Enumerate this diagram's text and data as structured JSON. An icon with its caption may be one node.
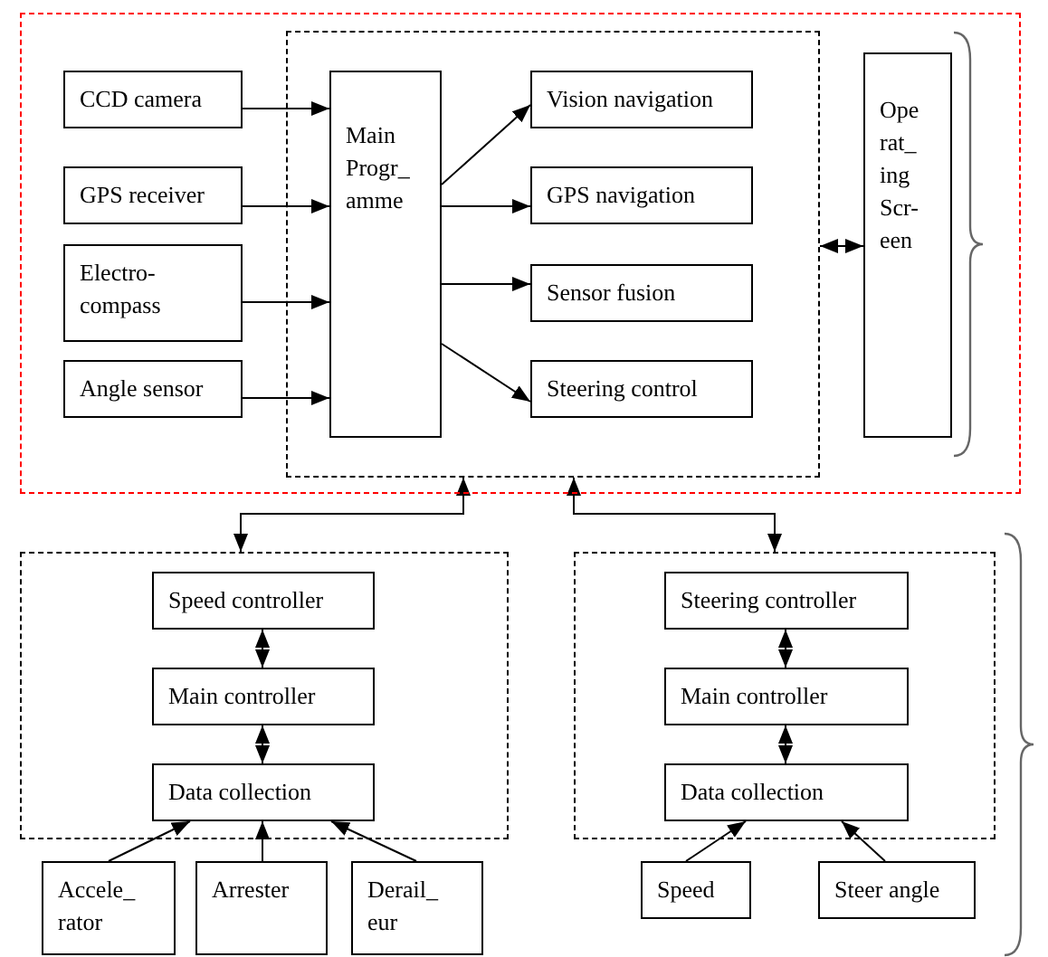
{
  "diagram": {
    "nodes": [
      {
        "text": [],
        "shape": "box"
      },
      {
        "text": [
          "CCD camera"
        ],
        "in": 0
      },
      {
        "text": [
          "GPS receiver"
        ],
        "in": 0
      },
      {
        "text": [
          "Electro- compass"
        ],
        "in": 0
      },
      {
        "text": [
          "Angle sensor"
        ],
        "in": 0
      },
      {
        "text": [],
        "shape": "box",
        "in": 0
      },
      {
        "text": [
          "Main Progr_ amme"
        ],
        "in": 5
      },
      {
        "text": [
          "Vision navigation"
        ],
        "in": 5
      },
      {
        "text": [
          "GPS navigation"
        ],
        "in": 5
      },
      {
        "text": [
          "Sensor fusion"
        ],
        "in": 5
      },
      {
        "text": [
          "Steering control"
        ],
        "in": 5
      },
      {
        "text": [
          "Ope rat_ ing Scr- een"
        ],
        "in": 0
      },
      {
        "text": [],
        "shape": "box"
      },
      {
        "text": [
          "Speed controller"
        ],
        "in": 12
      },
      {
        "text": [
          "Main controller"
        ],
        "in": 12
      },
      {
        "text": [
          "Data collection"
        ],
        "in": 12
      },
      {
        "text": [],
        "shape": "box"
      },
      {
        "text": [
          "Steering controller"
        ],
        "in": 16
      },
      {
        "text": [
          "Main controller"
        ],
        "in": 16
      },
      {
        "text": [
          "Data collection"
        ],
        "in": 16
      },
      {
        "text": [
          "Accele_ rator"
        ]
      },
      {
        "text": [
          "Arrester"
        ]
      },
      {
        "text": [
          "Derail_ eur"
        ]
      },
      {
        "text": [
          "Speed"
        ]
      },
      {
        "text": [
          "Steer angle"
        ]
      }
    ],
    "edges": [
      {
        "from": 1,
        "to": 6,
        "arrow": "to"
      },
      {
        "from": 2,
        "to": 6,
        "arrow": "to"
      },
      {
        "from": 3,
        "to": 6,
        "arrow": "to"
      },
      {
        "from": 4,
        "to": 6,
        "arrow": "to"
      },
      {
        "from": 6,
        "to": 7,
        "arrow": "to"
      },
      {
        "from": 6,
        "to": 8,
        "arrow": "to"
      },
      {
        "from": 6,
        "to": 9,
        "arrow": "to"
      },
      {
        "from": 6,
        "to": 10,
        "arrow": "to"
      },
      {
        "from": 5,
        "to": 11,
        "arrow": "both"
      },
      {
        "from": 5,
        "to": 12,
        "arrow": "both"
      },
      {
        "from": 5,
        "to": 16,
        "arrow": "both"
      },
      {
        "from": 13,
        "to": 14,
        "arrow": "both"
      },
      {
        "from": 14,
        "to": 15,
        "arrow": "both"
      },
      {
        "from": 17,
        "to": 18,
        "arrow": "both"
      },
      {
        "from": 18,
        "to": 19,
        "arrow": "both"
      },
      {
        "from": 20,
        "to": 15,
        "arrow": "to"
      },
      {
        "from": 21,
        "to": 15,
        "arrow": "to"
      },
      {
        "from": 22,
        "to": 15,
        "arrow": "to"
      },
      {
        "from": 23,
        "to": 19,
        "arrow": "to"
      },
      {
        "from": 24,
        "to": 19,
        "arrow": "to"
      }
    ]
  }
}
